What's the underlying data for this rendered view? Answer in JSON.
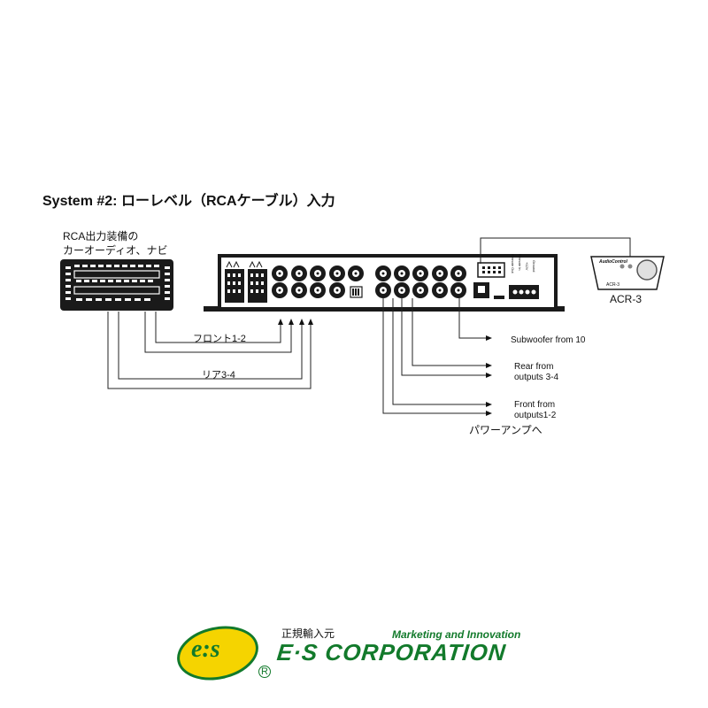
{
  "title": "System #2:  ローレベル（RCAケーブル）入力",
  "source_label_line1": "RCA出力装備の",
  "source_label_line2": "カーオーディオ、ナビ",
  "front_label": "フロント1-2",
  "rear_label": "リア3-4",
  "remote_label": "ACR-3",
  "remote_device_text": "ACR-3",
  "remote_brand_text": "AudioControl",
  "outputs": {
    "subwoofer": "Subwoofer from 10",
    "rear_line1": "Rear from",
    "rear_line2": "outputs 3-4",
    "front_line1": "Front from",
    "front_line2": "outputs1-2"
  },
  "amp_label": "パワーアンプへ",
  "terminal_labels": [
    "Remote Out",
    "Remote In",
    "+12V",
    "Ground"
  ],
  "footer": {
    "import_label": "正規輸入元",
    "tagline": "Marketing and Innovation",
    "company": "E·S CORPORATION",
    "logo_text": "e:s",
    "registered": "R"
  },
  "colors": {
    "line": "#222222",
    "device": "#1a1a1a",
    "brand_green": "#127a2b",
    "logo_yellow": "#f5d400"
  }
}
